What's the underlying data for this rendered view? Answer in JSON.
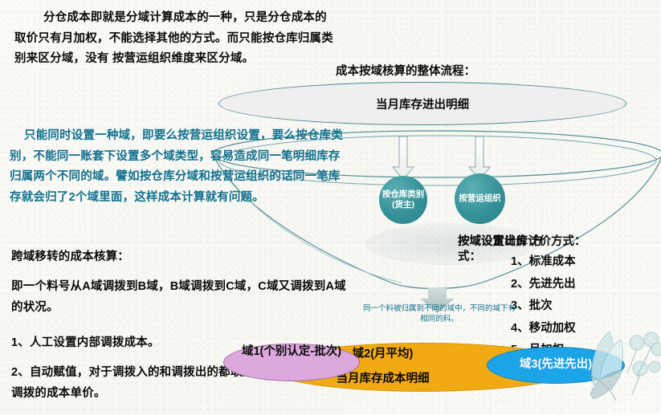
{
  "slide": {
    "left_notes": {
      "para1": "分仓成本即就是分域计算成本的一种，只是分仓成本的取价只有月加权，不能选择其他的方式。而只能按仓库归属类别来区分域，没有 按营运组织维度来区分域。",
      "para2": "只能同时设置一种域，即要么按营运组织设置，要么按仓库类别，不能同一账套下设置多个域类型，容易造成同一笔明细库存归属两个不同的域。譬如按仓库分域和按营运组织的话同一笔库存就会归了2个域里面，这样成本计算就有问题。",
      "heading_transfer": "跨域移转的成本核算：",
      "para3": "即一个料号从A域调拨到B域，B域调拨到C域，C域又调拨到A域的状况。",
      "item1": "1、人工设置内部调拨成本。",
      "item2": "2、自动赋值，对于调拨入的和调拨出的都取月平均或最近一笔非调拨的成本单价。"
    },
    "flow": {
      "title": "成本按域核算的整体流程：",
      "top_ellipse_label": "当月库存进出明细",
      "circle_a_label": "按仓库类别(货主)",
      "circle_b_label": "按营运组织",
      "note": "同一个料被归属到不同的域中，不同的域下有相同的料。",
      "overlap_label_a": "按域设定出库计价方式：",
      "overlap_label_b": "按域设置计价\n方式：",
      "price_methods": [
        "1、标准成本",
        "2、先进先出",
        "3、批次",
        "4、移动加权",
        "5、月加权"
      ]
    },
    "domains": {
      "orange_label": "域2(月平均)",
      "orange_sublabel": "当月库存成本明细",
      "purple_label": "域1(个别认定-批次)",
      "blue_label": "域3(先进先出)"
    },
    "colors": {
      "teal_text": "#10708d",
      "funnel_stroke": "#4c8a92",
      "circle_fill": "#359198",
      "orange": "#f2aa12",
      "purple": "#dda8dd",
      "blue": "#1ca4e8"
    }
  }
}
